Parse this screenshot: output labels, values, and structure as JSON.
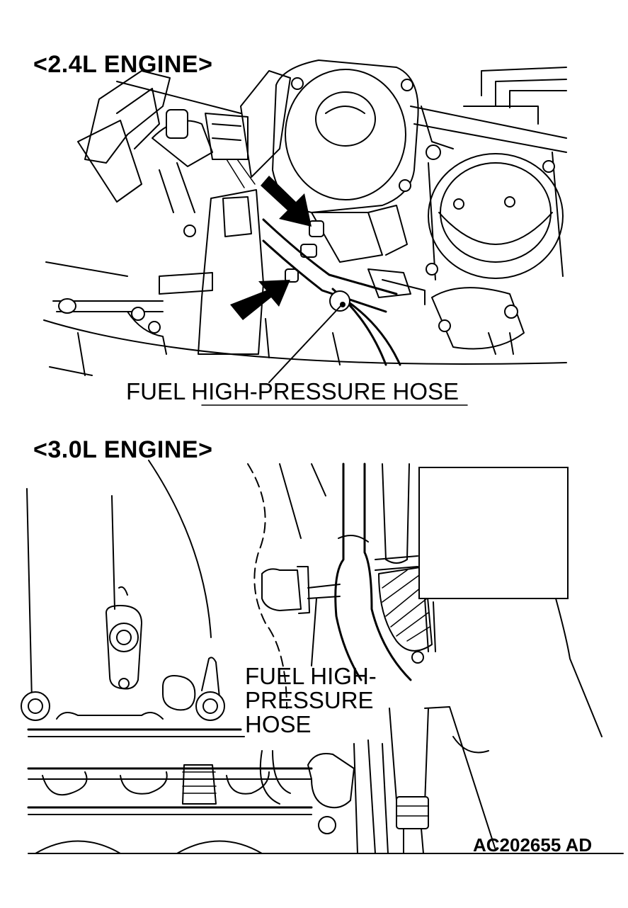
{
  "upper_diagram": {
    "title": "<2.4L ENGINE>",
    "callout_label": "FUEL HIGH-PRESSURE HOSE"
  },
  "lower_diagram": {
    "title": "<3.0L ENGINE>",
    "callout_label_lines": [
      "FUEL HIGH-",
      "PRESSURE",
      "HOSE"
    ]
  },
  "figure_code": "AC202655 AD"
}
